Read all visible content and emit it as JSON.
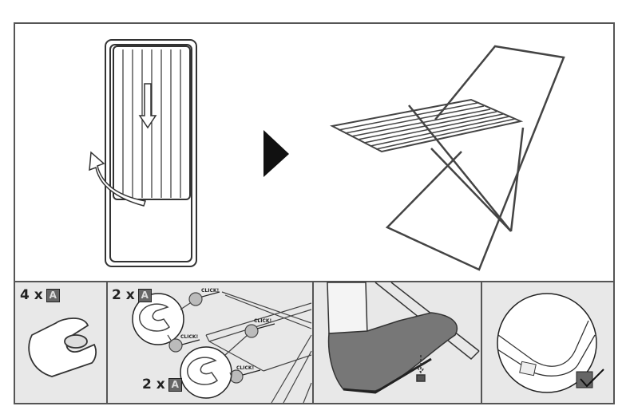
{
  "panels": {
    "step1_label": {
      "count": "4 x",
      "part": "A"
    },
    "step2_label_top": {
      "count": "2 x",
      "part": "A"
    },
    "step2_label_bottom": {
      "count": "2 x",
      "part": "A"
    },
    "click_texts": [
      "CLICK!",
      "CLICK!",
      "CLICK!",
      "CLICK!"
    ]
  },
  "colors": {
    "panel_bg": "#e8e8e8",
    "border": "#555555",
    "arrow": "#111111"
  }
}
